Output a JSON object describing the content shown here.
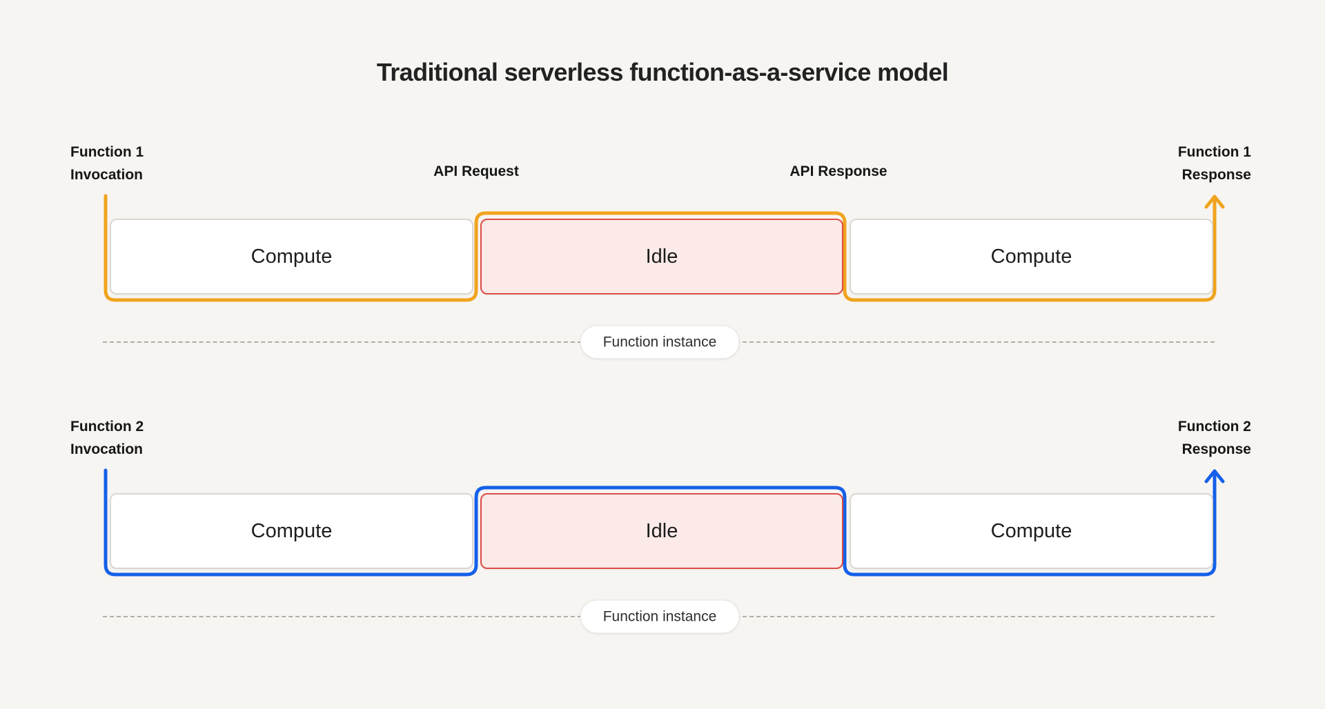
{
  "title": "Traditional serverless function-as-a-service model",
  "colors": {
    "background": "#F7F5F2",
    "function1_accent": "#F0A41F",
    "function2_accent": "#1560E8",
    "idle_fill": "#FBEAE8",
    "idle_border": "#DC4C45",
    "box_border": "#DBD7D2",
    "dashed_line": "#B0ACA6"
  },
  "rows": [
    {
      "invocation": {
        "line1": "Function 1",
        "line2": "Invocation"
      },
      "response": {
        "line1": "Function 1",
        "line2": "Response"
      },
      "api_request": "API Request",
      "api_response": "API Response",
      "segments": [
        {
          "label": "Compute",
          "state": "compute"
        },
        {
          "label": "Idle",
          "state": "idle"
        },
        {
          "label": "Compute",
          "state": "compute"
        }
      ],
      "instance_label": "Function instance",
      "accent": "#F0A41F"
    },
    {
      "invocation": {
        "line1": "Function 2",
        "line2": "Invocation"
      },
      "response": {
        "line1": "Function 2",
        "line2": "Response"
      },
      "segments": [
        {
          "label": "Compute",
          "state": "compute"
        },
        {
          "label": "Idle",
          "state": "idle"
        },
        {
          "label": "Compute",
          "state": "compute"
        }
      ],
      "instance_label": "Function instance",
      "accent": "#1560E8"
    }
  ]
}
